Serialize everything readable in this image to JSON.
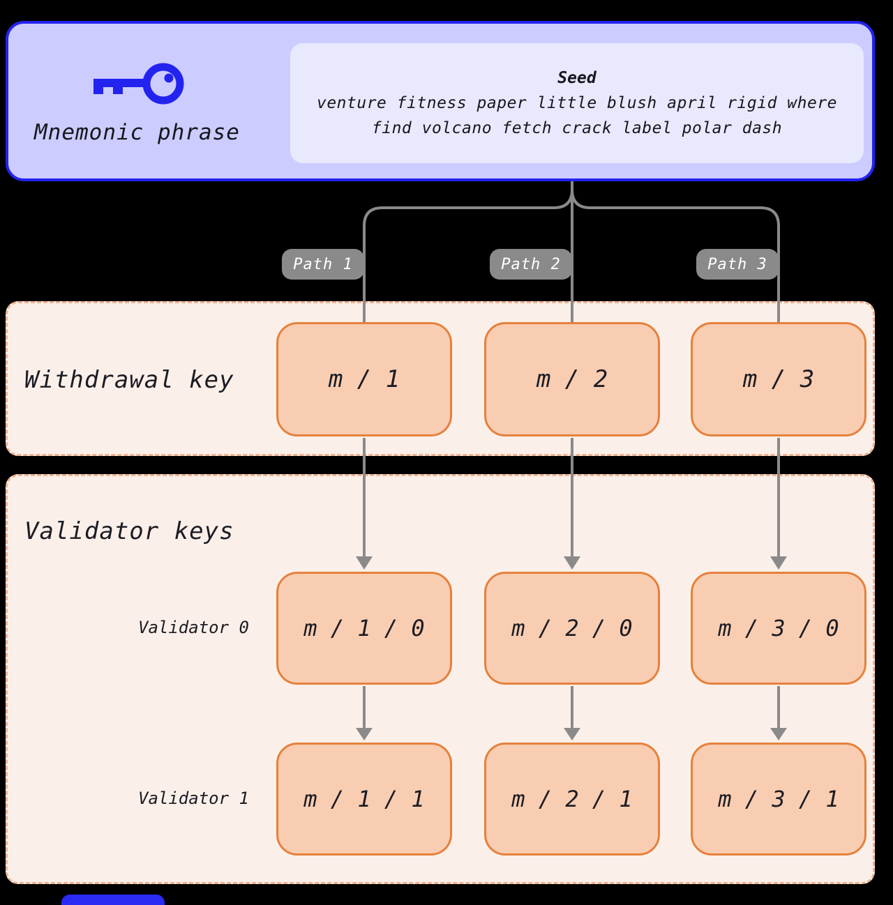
{
  "mnemonic": {
    "label": "Mnemonic phrase",
    "seed_title": "Seed",
    "seed_line1": "venture fitness paper little blush april rigid where",
    "seed_line2": "find volcano fetch crack label polar dash"
  },
  "paths": [
    {
      "label": "Path 1"
    },
    {
      "label": "Path 2"
    },
    {
      "label": "Path 3"
    }
  ],
  "withdrawal": {
    "label": "Withdrawal key",
    "keys": [
      "m / 1",
      "m / 2",
      "m / 3"
    ]
  },
  "validators": {
    "label": "Validator keys",
    "rows": [
      {
        "label": "Validator 0",
        "keys": [
          "m / 1 / 0",
          "m / 2 / 0",
          "m / 3 / 0"
        ]
      },
      {
        "label": "Validator 1",
        "keys": [
          "m / 1 / 1",
          "m / 2 / 1",
          "m / 3 / 1"
        ]
      }
    ]
  },
  "icons": {
    "key_icon": "key-icon"
  },
  "colors": {
    "page_background": "#000000",
    "card_background": "#ccccfe",
    "card_border": "#2323f0",
    "seed_box_background": "#e9e9fd",
    "badge_background": "#8a8a8a",
    "badge_text": "#ffffff",
    "section_background": "#fbf0e9",
    "section_dashed_border": "#eeb392",
    "key_box_fill": "#f9cdb1",
    "key_box_border": "#e5813d",
    "connector_gray": "#8a8a8a",
    "text_dark": "#1c1c24"
  }
}
